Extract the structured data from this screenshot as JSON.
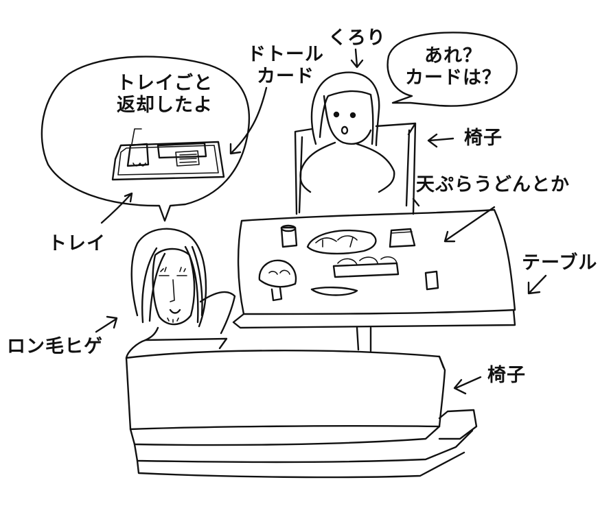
{
  "labels": {
    "kurori": "くろり",
    "doutor_card_line1": "ドトール",
    "doutor_card_line2": "カード",
    "speech_right_line1": "あれ？",
    "speech_right_line2": "カードは？",
    "speech_left_line1": "トレイごと",
    "speech_left_line2": "返却したよ",
    "chair_top": "椅子",
    "food": "天ぷらうどんとか",
    "table": "テーブル",
    "tray": "トレイ",
    "longhair_beard": "ロン毛ヒゲ",
    "chair_bottom": "椅子"
  }
}
